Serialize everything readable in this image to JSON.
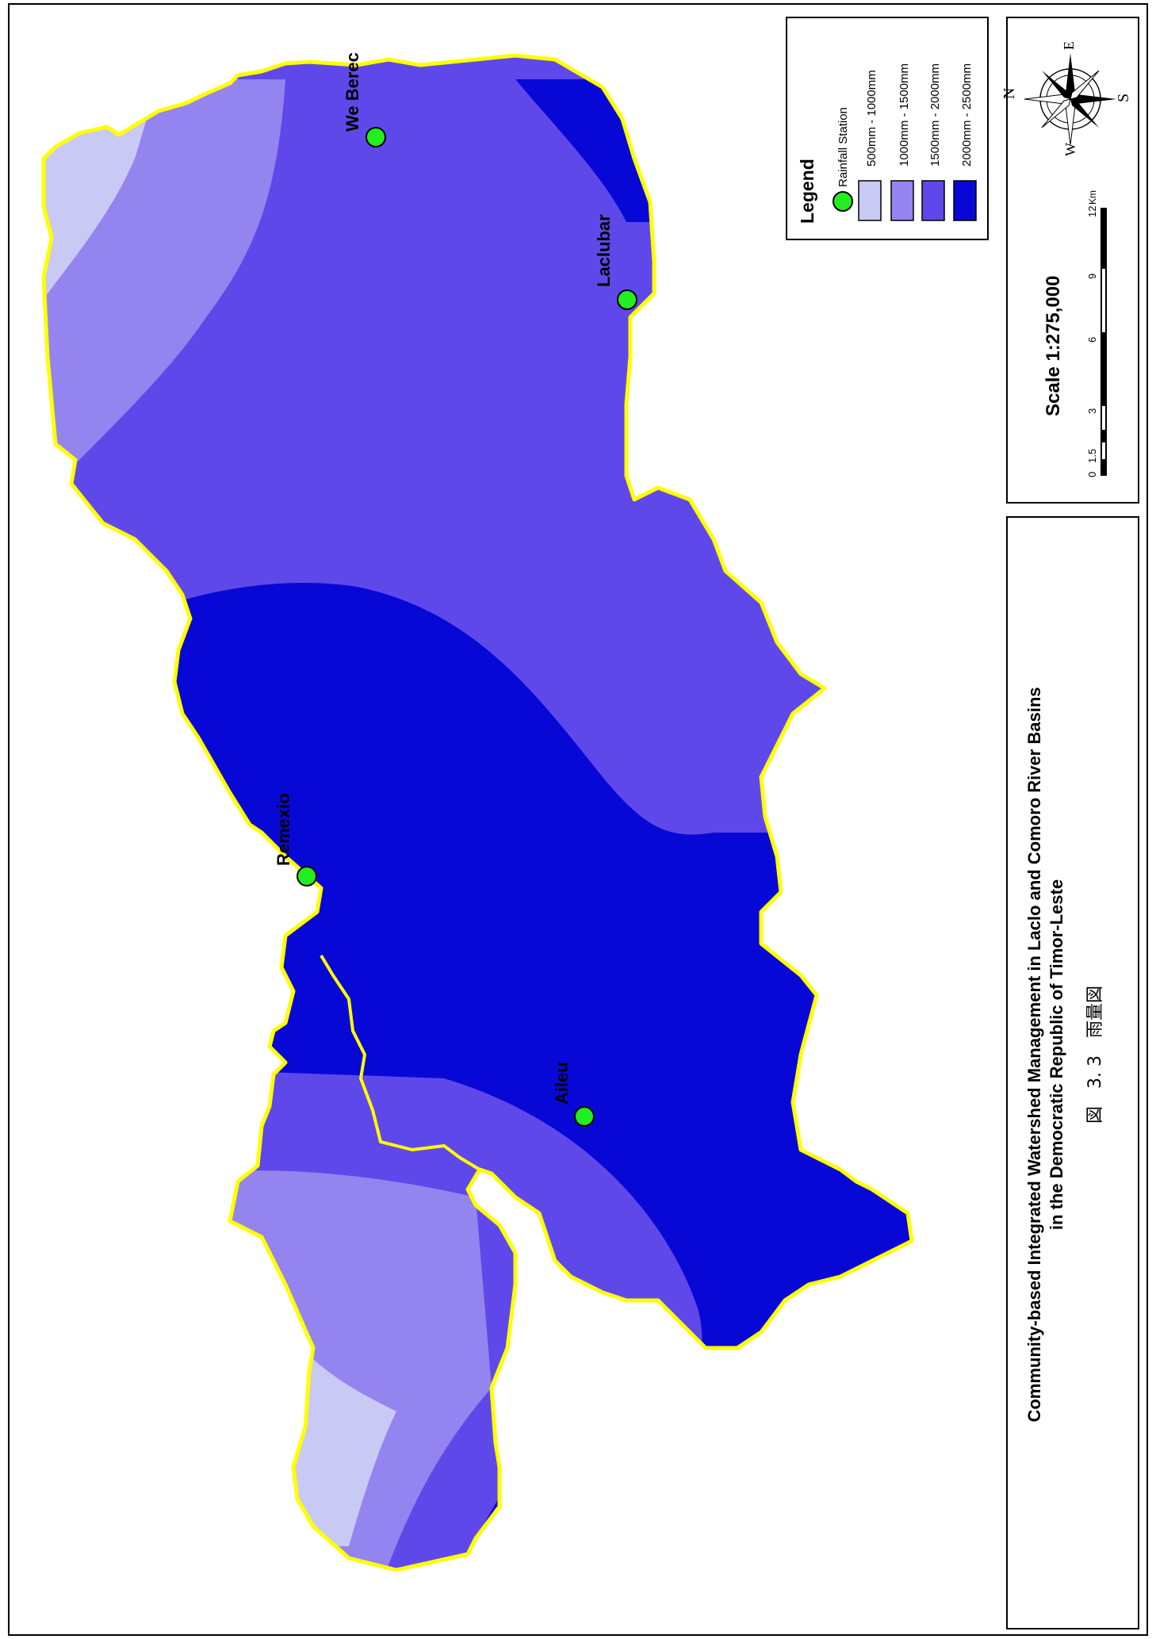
{
  "title": {
    "line1": "Community-based Integrated Watershed Management in Laclo and Comoro River Basins",
    "line2": "in the Democratic Republic of Timor-Leste",
    "figure": "図　3. 3　雨量図"
  },
  "legend": {
    "heading": "Legend",
    "items": [
      {
        "label": "Rainfall Station",
        "color": "#22ee22",
        "kind": "point"
      },
      {
        "label": "500mm - 1000mm",
        "color": "#c9c9f5",
        "kind": "area"
      },
      {
        "label": "1000mm - 1500mm",
        "color": "#9384ef",
        "kind": "area"
      },
      {
        "label": "1500mm - 2000mm",
        "color": "#5f48ea",
        "kind": "area"
      },
      {
        "label": "2000mm - 2500mm",
        "color": "#0808d6",
        "kind": "area"
      }
    ]
  },
  "scale": {
    "label": "Scale 1:275,000",
    "ticks": [
      "0",
      "1.5",
      "3",
      "6",
      "9",
      "12"
    ],
    "unit": "Km"
  },
  "compass": {
    "N": "N",
    "E": "E",
    "S": "S",
    "W": "W"
  },
  "stations": [
    {
      "name": "We Berec"
    },
    {
      "name": "Laclubar"
    },
    {
      "name": "Remexio"
    },
    {
      "name": "Aileu"
    }
  ],
  "colors": {
    "boundary": "#ffff00",
    "station": "#22ee22"
  }
}
